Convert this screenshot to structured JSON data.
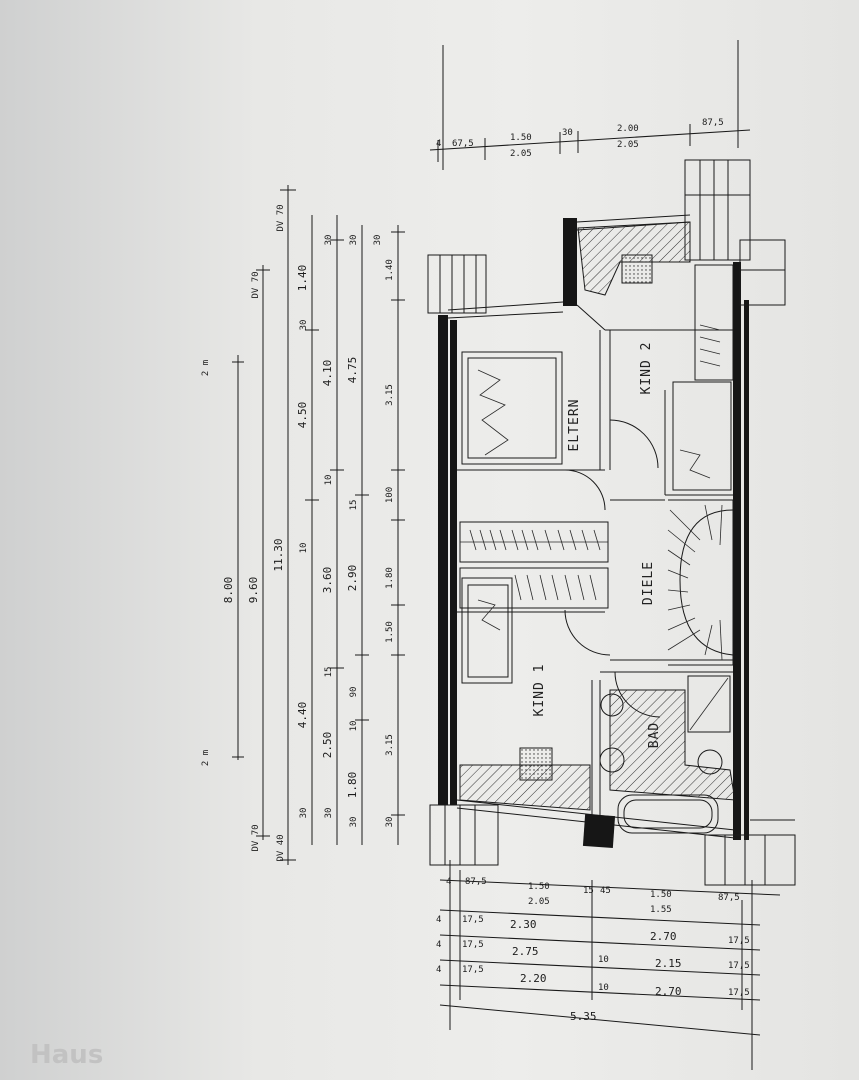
{
  "rooms": {
    "eltern": "ELTERN",
    "kind1": "KIND 1",
    "kind2": "KIND 2",
    "diele": "DIELE",
    "bad": "BAD"
  },
  "scale": {
    "top": "2 m",
    "bottom": "2 m"
  },
  "left_dimensions": {
    "row1": [
      "8.00"
    ],
    "row2": [
      "9.60"
    ],
    "row3": [
      "11.30",
      "DV 70",
      "DV 70",
      "DV 70",
      "DV 40"
    ],
    "row4": [
      "4.40",
      "4.50",
      "1.40",
      "30",
      "30",
      "10",
      "15"
    ],
    "row5": [
      "2.50",
      "3.60",
      "4.10",
      "30",
      "30",
      "30",
      "10"
    ],
    "row6": [
      "1.80",
      "90",
      "10",
      "2.90",
      "15",
      "4.75",
      "30"
    ],
    "row7": [
      "3.15",
      "1.50",
      "1.80",
      "100",
      "3.15",
      "1.40",
      "30",
      "30"
    ]
  },
  "top_dimensions": [
    "4",
    "67,5",
    "1.50",
    "2.05",
    "30",
    "2.00",
    "2.05",
    "87,5"
  ],
  "bottom_dimensions": {
    "row1": [
      "4",
      "87,5",
      "1.50",
      "2.05",
      "15",
      "45",
      "1.50",
      "1.55",
      "87,5"
    ],
    "row2": [
      "4",
      "17,5",
      "2.30",
      "2.70",
      "17,5"
    ],
    "row3": [
      "4",
      "17,5",
      "2.75",
      "10",
      "2.15",
      "17,5"
    ],
    "row4": [
      "4",
      "17,5",
      "2.20",
      "10",
      "2.70",
      "17,5"
    ],
    "row5": [
      "5.35"
    ]
  },
  "watermark": "Haus"
}
